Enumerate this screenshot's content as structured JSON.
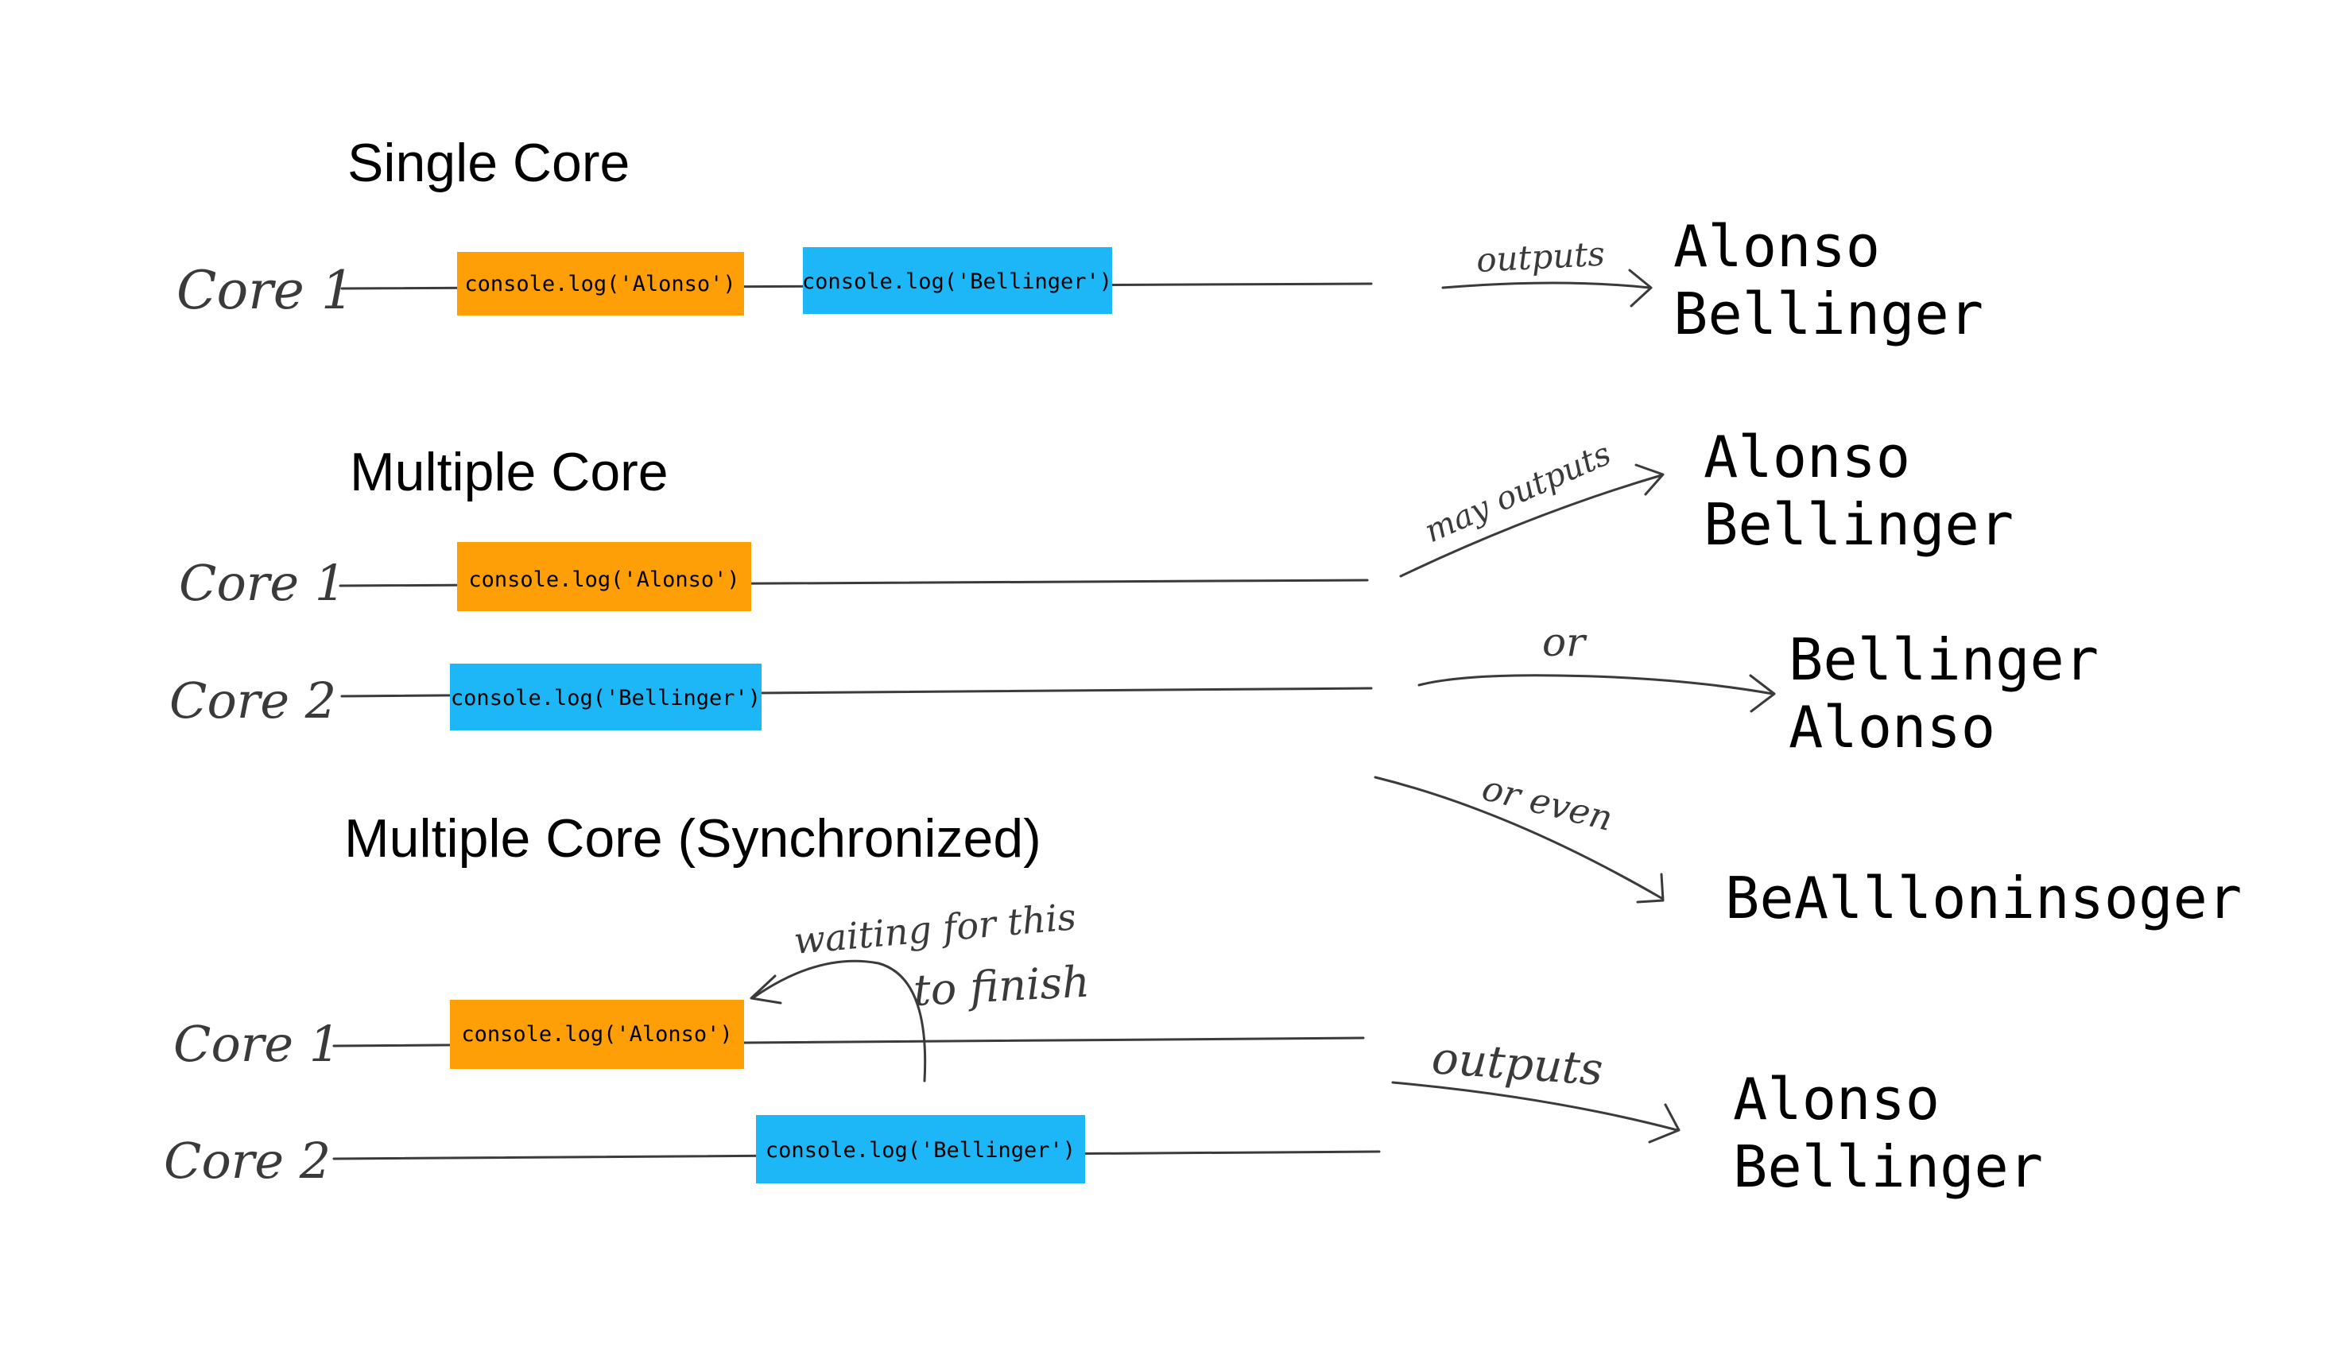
{
  "colors": {
    "orange": "#FE9F08",
    "blue": "#1DB7F7",
    "line": "#3b3b3b"
  },
  "sections": {
    "single": {
      "title": "Single Core",
      "core1_label": "Core 1",
      "box_alonso": "console.log('Alonso')",
      "box_bellinger": "console.log('Bellinger')",
      "arrow_label": "outputs",
      "output": [
        "Alonso",
        "Bellinger"
      ]
    },
    "multiple": {
      "title": "Multiple Core",
      "core1_label": "Core 1",
      "core2_label": "Core 2",
      "box_alonso": "console.log('Alonso')",
      "box_bellinger": "console.log('Bellinger')",
      "arrow1_label": "may outputs",
      "output1": [
        "Alonso",
        "Bellinger"
      ],
      "arrow2_label": "or",
      "output2": [
        "Bellinger",
        "Alonso"
      ],
      "arrow3_label": "or even",
      "output3": "BeAllloninsoger"
    },
    "sync": {
      "title": "Multiple Core (Synchronized)",
      "core1_label": "Core 1",
      "core2_label": "Core 2",
      "box_alonso": "console.log('Alonso')",
      "box_bellinger": "console.log('Bellinger')",
      "wait_label_line1": "waiting for this",
      "wait_label_line2": "to finish",
      "arrow_label": "outputs",
      "output": [
        "Alonso",
        "Bellinger"
      ]
    }
  }
}
